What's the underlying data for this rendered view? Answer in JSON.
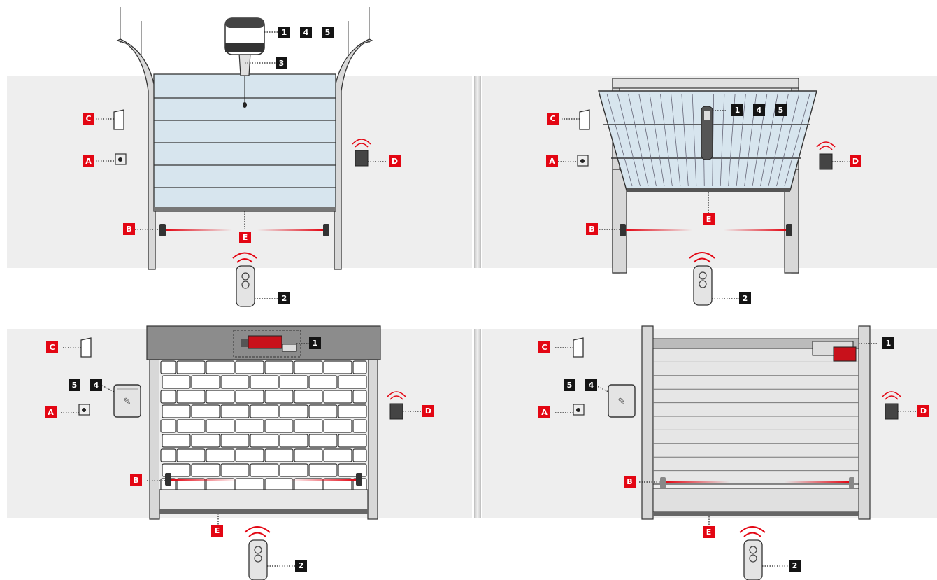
{
  "colors": {
    "accent": "#e30613",
    "label_black": "#141414",
    "panel_bg": "#eeeeee",
    "door_blue": "#d7e5ee",
    "outline": "#333333",
    "post": "#d8d8d8"
  },
  "panels": [
    {
      "id": "sectional-garage-door",
      "labels": {
        "num": [
          "1",
          "4",
          "5",
          "3",
          "2"
        ],
        "letter": [
          "C",
          "A",
          "D",
          "B",
          "E"
        ]
      }
    },
    {
      "id": "up-and-over-garage-door",
      "labels": {
        "num": [
          "1",
          "4",
          "5",
          "2"
        ],
        "letter": [
          "C",
          "A",
          "D",
          "B",
          "E"
        ]
      }
    },
    {
      "id": "roller-shutter",
      "labels": {
        "num": [
          "1",
          "5",
          "4",
          "2"
        ],
        "letter": [
          "C",
          "A",
          "D",
          "B",
          "E"
        ]
      }
    },
    {
      "id": "slatted-shutter",
      "labels": {
        "num": [
          "1",
          "5",
          "4",
          "2"
        ],
        "letter": [
          "C",
          "A",
          "D",
          "B",
          "E"
        ]
      }
    }
  ],
  "icons": [
    "motor-icon",
    "remote-icon",
    "keyswitch-icon",
    "photocell-icon",
    "flashing-light-icon",
    "control-unit-icon",
    "arm-operator-icon"
  ]
}
